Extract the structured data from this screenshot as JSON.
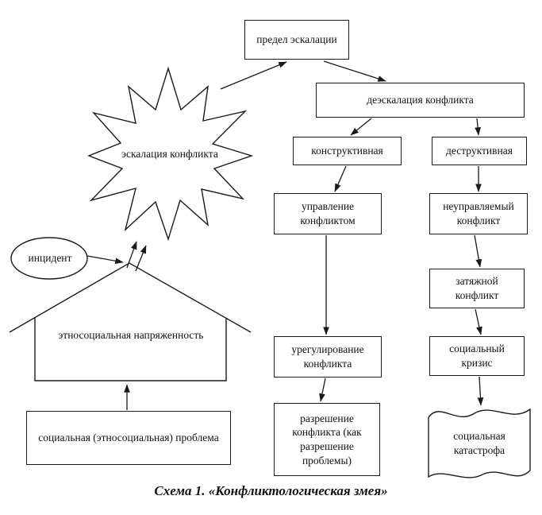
{
  "diagram": {
    "caption": "Схема 1. «Конфликтологическая змея»",
    "nodes": {
      "predel": "предел эскалации",
      "deeskalacia": "деэскалация конфликта",
      "konstruktivnaya": "конструктивная",
      "destruktivnaya": "деструктивная",
      "upravlenie": "управление конфликтом",
      "neupravlyaemy": "неуправляемый конфликт",
      "zatyazhnoy": "затяжной конфликт",
      "uregulirovanie": "урегулирование конфликта",
      "razreshenie": "разрешение конфликта (как разрешение проблемы)",
      "socialny_krizis": "социальный кризис",
      "socialnaya_katastrofa": "социальная катастрофа",
      "eskalacia": "эскалация конфликта",
      "incident": "инцидент",
      "napryazhennost": "этносоциальная напряженность",
      "problema": "социальная (этносоциальная) проблема"
    }
  }
}
